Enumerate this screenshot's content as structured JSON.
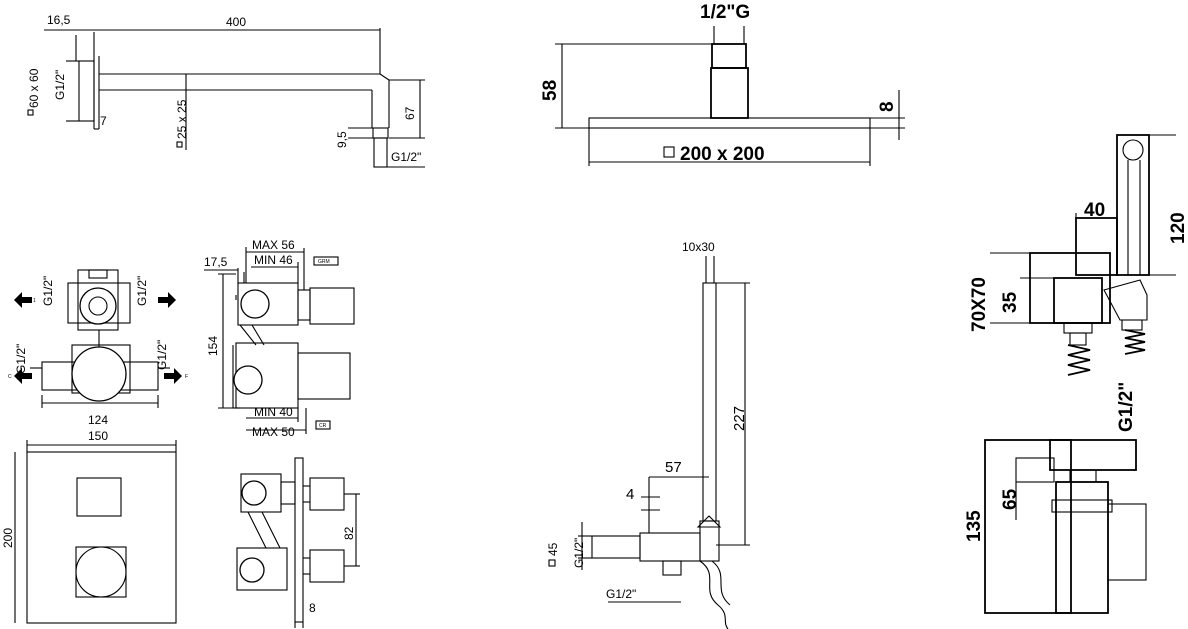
{
  "arm": {
    "dim_16_5": "16,5",
    "dim_400": "400",
    "dim_60x60": "60 x 60",
    "thread_left": "G1/2\"",
    "dim_7": "7",
    "dim_25x25": "25 x 25",
    "dim_67": "67",
    "dim_9_5": "9,5",
    "thread_right": "G1/2\""
  },
  "head": {
    "thread": "1/2\"G",
    "dim_58": "58",
    "dim_8": "8",
    "size": "200 x 200"
  },
  "valve": {
    "max56": "MAX 56",
    "min46": "MIN 46",
    "dim_17_5": "17,5",
    "dim_154": "154",
    "thread_a": "G1/2\"",
    "thread_b": "G1/2\"",
    "thread_c": "G1/2\"",
    "thread_d": "G1/2\"",
    "dim_124": "124",
    "min40": "MIN 40",
    "max50": "MAX 50",
    "tag_grm": "GRM",
    "tag_cr": "CR",
    "port1": "1",
    "port2": "2",
    "port_c": "C",
    "port_f": "F"
  },
  "plate": {
    "dim_150": "150",
    "dim_200": "200",
    "dim_82": "82",
    "dim_8": "8"
  },
  "hand": {
    "dim_10x30": "10x30",
    "dim_227": "227",
    "dim_57": "57",
    "dim_4": "4",
    "dim_45": "45",
    "thread_side": "G1/2\"",
    "thread_bottom": "G1/2\""
  },
  "outlet": {
    "dim_40": "40",
    "dim_120": "120",
    "dim_70x70": "70X70",
    "dim_35": "35",
    "thread": "G1/2\"",
    "dim_65": "65",
    "dim_135": "135"
  }
}
